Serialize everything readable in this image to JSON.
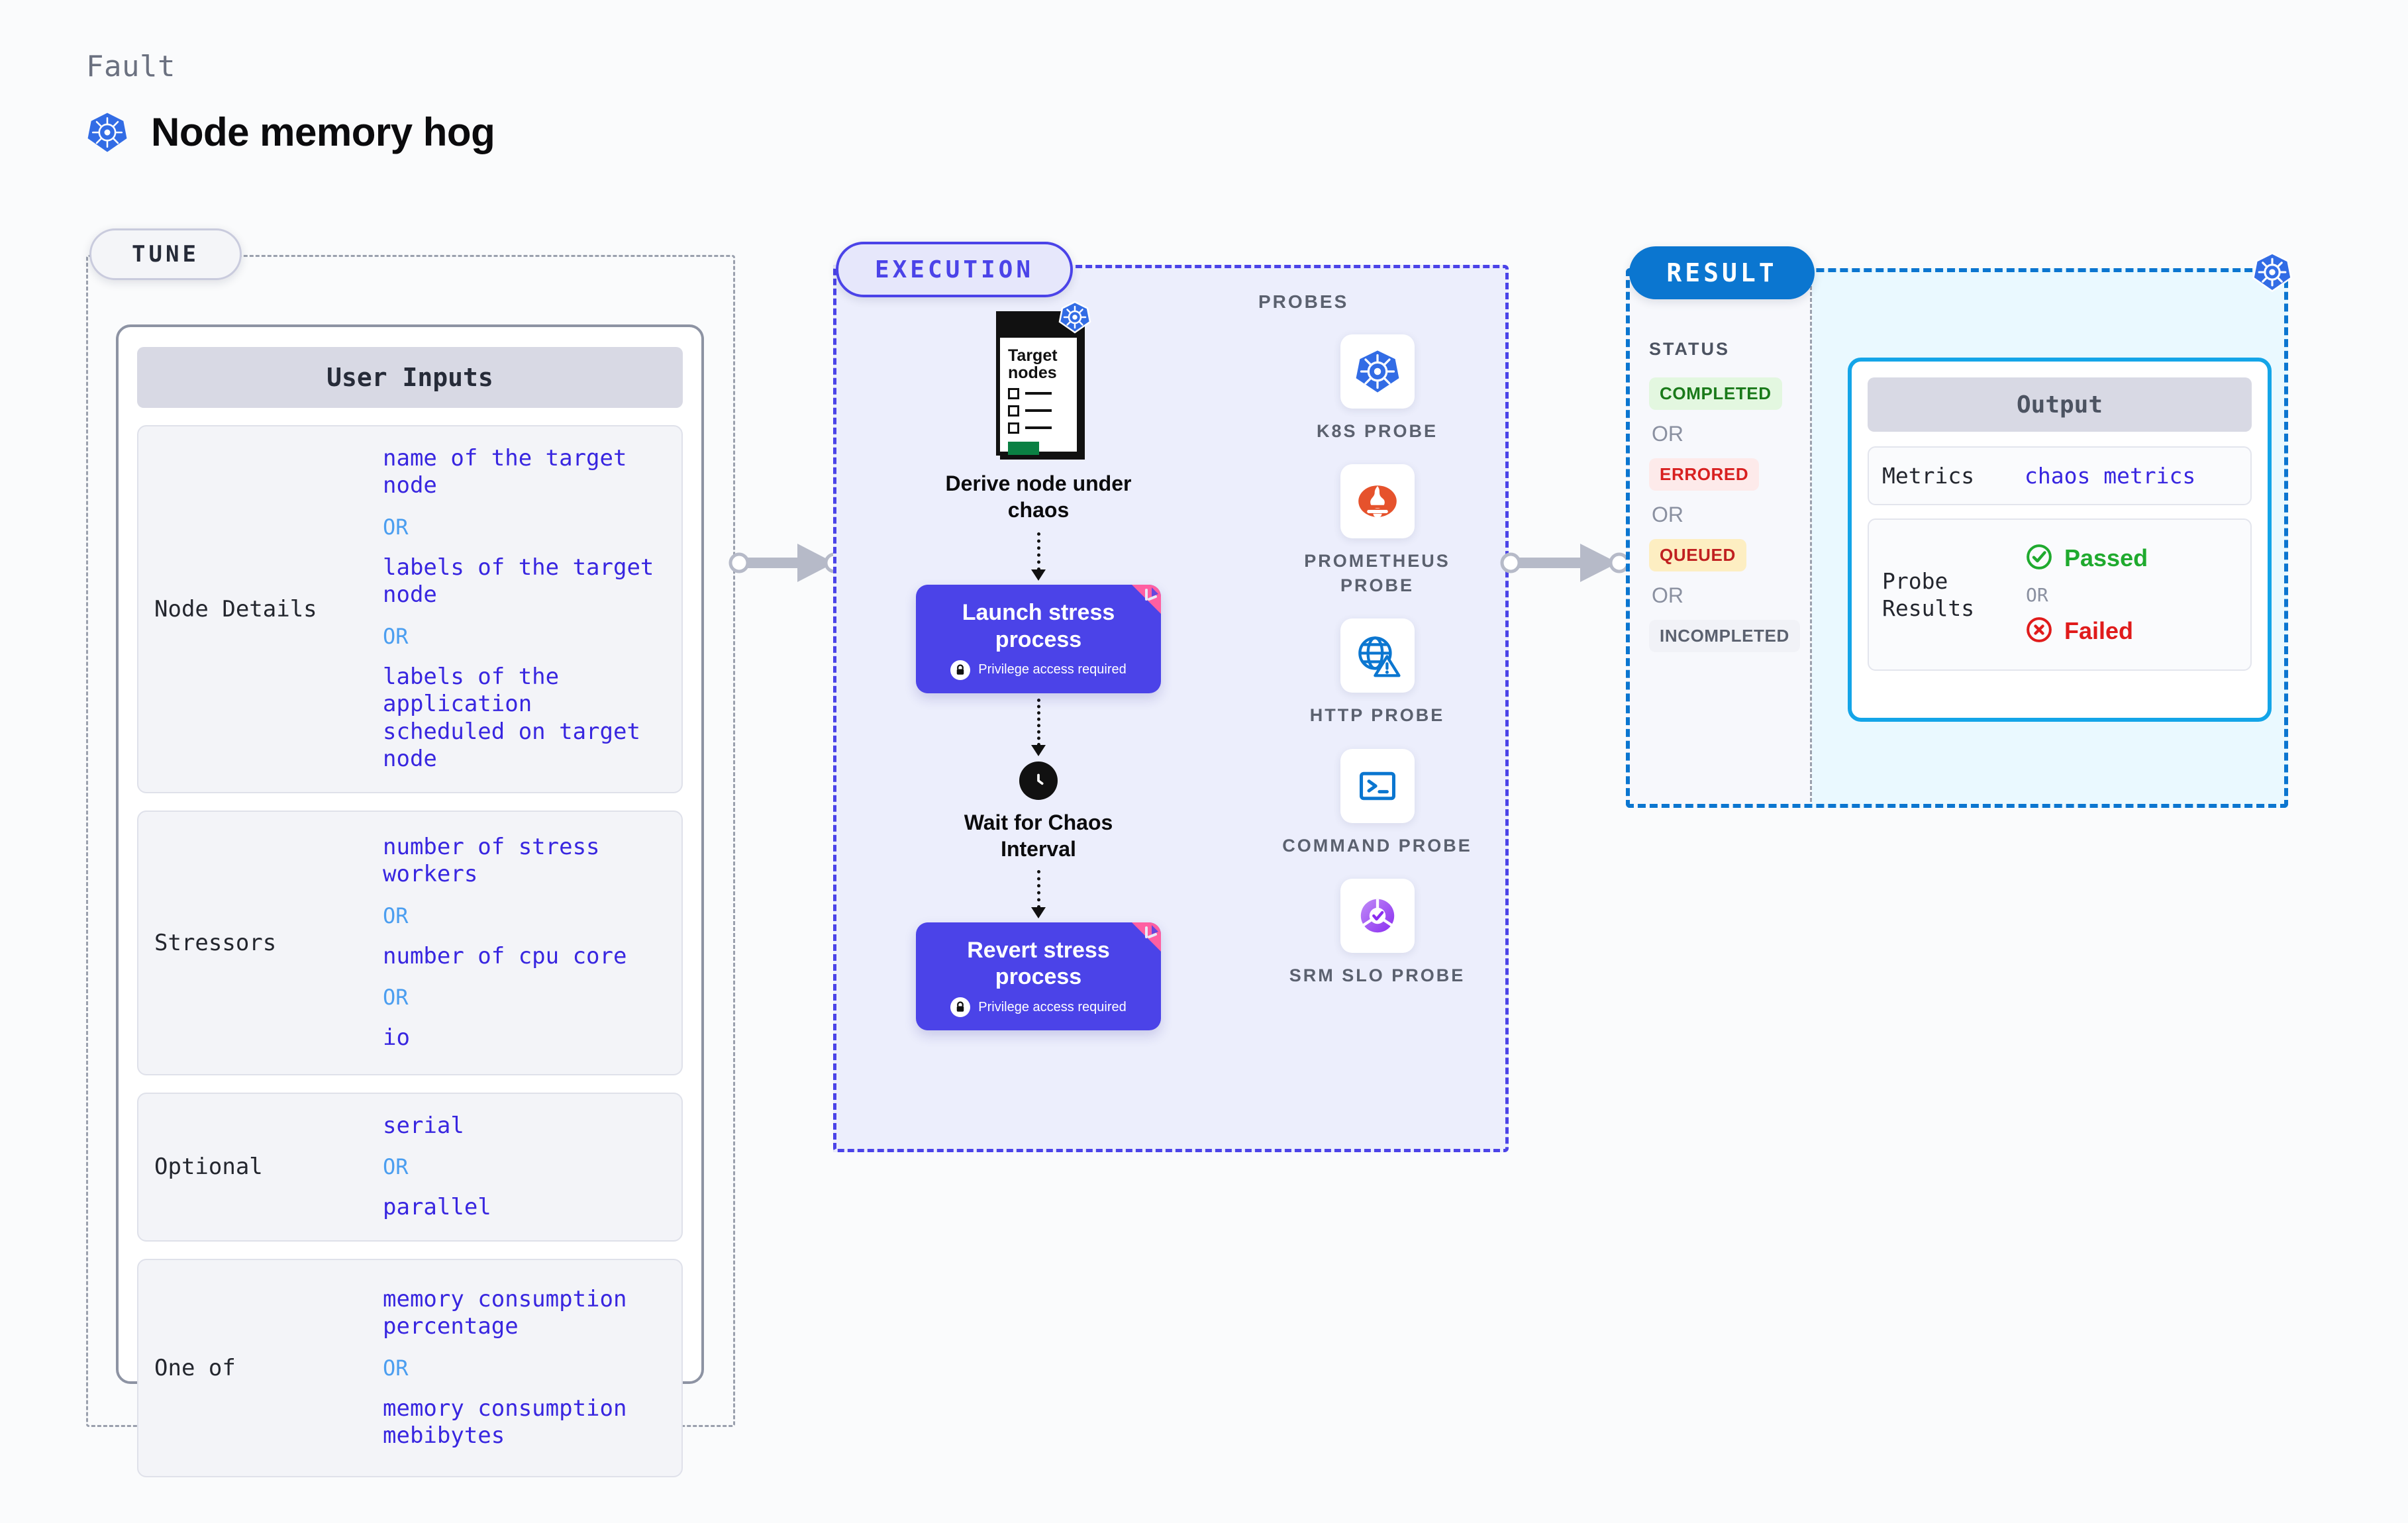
{
  "header": {
    "fault_label": "Fault",
    "title": "Node memory hog",
    "icon": "kubernetes-icon"
  },
  "stages": {
    "tune": {
      "pill_label": "TUNE"
    },
    "execution": {
      "pill_label": "EXECUTION"
    },
    "result": {
      "pill_label": "RESULT"
    }
  },
  "tune": {
    "card_title": "User Inputs",
    "rows": [
      {
        "label": "Node Details",
        "values": [
          "name of the target node",
          "labels of the target node",
          "labels of the application scheduled on target node"
        ],
        "separator": "OR"
      },
      {
        "label": "Stressors",
        "values": [
          "number of stress workers",
          "number of cpu core",
          "io"
        ],
        "separator": "OR"
      },
      {
        "label": "Optional",
        "values": [
          "serial",
          "parallel"
        ],
        "separator": "OR"
      },
      {
        "label": "One of",
        "values": [
          "memory consumption percentage",
          "memory consumption mebibytes"
        ],
        "separator": "OR"
      }
    ]
  },
  "execution": {
    "flow": {
      "doc_title": "Target nodes",
      "doc_icon": "kubernetes-icon",
      "step1_caption": "Derive node under chaos",
      "step2_title": "Launch stress process",
      "step2_sub": "Privilege access required",
      "step2_lock_icon": "lock-icon",
      "wait_caption": "Wait for Chaos Interval",
      "wait_icon": "clock-icon",
      "step3_title": "Revert stress process",
      "step3_sub": "Privilege access required",
      "step3_lock_icon": "lock-icon"
    },
    "probes": {
      "title": "PROBES",
      "items": [
        {
          "name": "K8S PROBE",
          "icon": "kubernetes-icon"
        },
        {
          "name": "PROMETHEUS PROBE",
          "icon": "prometheus-icon"
        },
        {
          "name": "HTTP PROBE",
          "icon": "globe-warning-icon"
        },
        {
          "name": "COMMAND PROBE",
          "icon": "terminal-icon"
        },
        {
          "name": "SRM SLO PROBE",
          "icon": "slo-donut-check-icon"
        }
      ]
    }
  },
  "result": {
    "status_title": "STATUS",
    "separator": "OR",
    "statuses": [
      {
        "label": "COMPLETED",
        "bg": "#e3f7e0",
        "fg": "#1a7a1a"
      },
      {
        "label": "ERRORED",
        "bg": "#fdeaea",
        "fg": "#d82020"
      },
      {
        "label": "QUEUED",
        "bg": "#fdeec2",
        "fg": "#c02020"
      },
      {
        "label": "INCOMPLETED",
        "bg": "#f1f2f7",
        "fg": "#5b616f"
      }
    ],
    "output": {
      "card_title": "Output",
      "metrics_label": "Metrics",
      "metrics_value": "chaos metrics",
      "probe_results_label": "Probe Results",
      "passed_label": "Passed",
      "passed_icon": "check-circle-icon",
      "failed_label": "Failed",
      "failed_icon": "x-circle-icon",
      "separator": "OR"
    },
    "corner_icon": "kubernetes-icon"
  },
  "colors": {
    "accent_purple": "#4b43e8",
    "accent_blue": "#0b76d0",
    "accent_cyan": "#14a5e8",
    "k8s_blue": "#326ce5",
    "value_text": "#3826e0",
    "or_blue": "#4b9ef0"
  }
}
